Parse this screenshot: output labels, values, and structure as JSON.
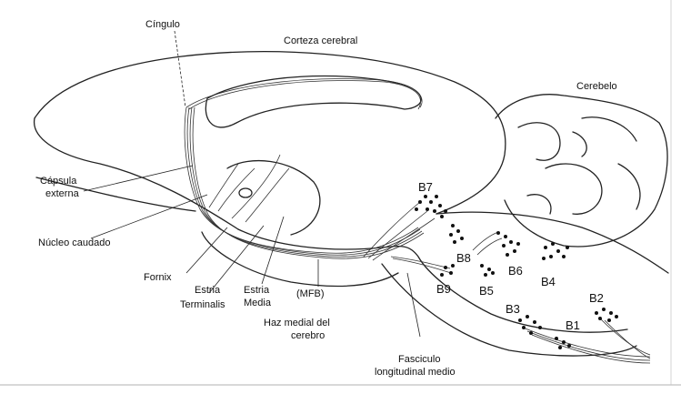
{
  "figure": {
    "labels": {
      "cingulo": "Cíngulo",
      "corteza": "Corteza cerebral",
      "cerebelo": "Cerebelo",
      "capsula_1": "Cápsula",
      "capsula_2": "externa",
      "nucleo": "Núcleo caudado",
      "fornix": "Fornix",
      "estria_t_1": "Estria",
      "estria_t_2": "Terminalis",
      "estria_m_1": "Estria",
      "estria_m_2": "Media",
      "mfb": "(MFB)",
      "haz_1": "Haz medial del",
      "haz_2": "cerebro",
      "fasciculo_1": "Fasciculo",
      "fasciculo_2": "longitudinal medio"
    },
    "nuclei": {
      "b1": "B1",
      "b2": "B2",
      "b3": "B3",
      "b4": "B4",
      "b5": "B5",
      "b6": "B6",
      "b7": "B7",
      "b8": "B8",
      "b9": "B9"
    }
  }
}
